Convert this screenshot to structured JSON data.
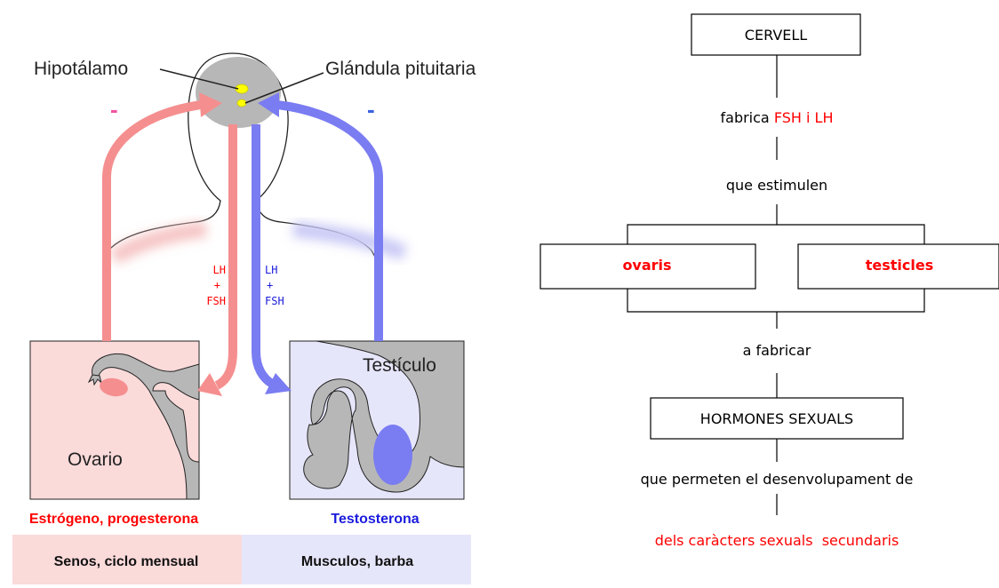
{
  "left": {
    "hypothalamus": "Hipotálamo",
    "pituitary": "Glándula pituitaria",
    "minus_left": "-",
    "minus_right": "-",
    "red_lh": "LH",
    "red_plus": "+",
    "red_fsh": "FSH",
    "blue_lh": "LH",
    "blue_plus": "+",
    "blue_fsh": "FSH",
    "ovary": "Ovario",
    "testicle": "Testículo",
    "female_hormones": "Estrógeno, progesterona",
    "male_hormones": "Testosterona",
    "female_traits": "Senos, ciclo mensual",
    "male_traits": "Musculos, barba"
  },
  "flowchart": {
    "brain": "CERVELL",
    "step1_prefix": "fabrica ",
    "step1_highlight": "FSH i LH",
    "step2": "que estimulen",
    "ovaries": "ovaris",
    "testicles": "testicles",
    "step3": "a fabricar",
    "hormones": "HORMONES SEXUALS",
    "step4": "que permeten el desenvolupament de",
    "result": "dels caràcters sexuals  secundaris"
  },
  "colors": {
    "pink": "#f58f8f",
    "pink_bg": "#fbdada",
    "blue": "#7a7cf2",
    "blue_bg": "#e6e6fb",
    "gray": "#b7b7b7",
    "yellow": "#ffff00",
    "red_text": "#ff0000",
    "blue_text": "#1b1bdd"
  }
}
